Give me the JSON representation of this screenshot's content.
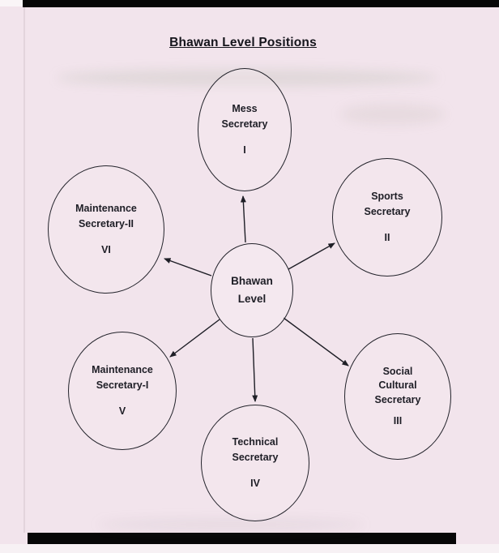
{
  "title": "Bhawan Level Positions",
  "center_node": {
    "lines": [
      "Bhawan",
      "Level"
    ]
  },
  "nodes": [
    {
      "name": "mess-secretary",
      "lines": [
        "Mess",
        "Secretary"
      ],
      "numeral": "I"
    },
    {
      "name": "sports-secretary",
      "lines": [
        "Sports",
        "Secretary"
      ],
      "numeral": "II"
    },
    {
      "name": "social-cultural-secretary",
      "lines": [
        "Social",
        "Cultural",
        "Secretary"
      ],
      "numeral": "III"
    },
    {
      "name": "technical-secretary",
      "lines": [
        "Technical",
        "Secretary"
      ],
      "numeral": "IV"
    },
    {
      "name": "maintenance-secretary-1",
      "lines": [
        "Maintenance",
        "Secretary-I"
      ],
      "numeral": "V"
    },
    {
      "name": "maintenance-secretary-2",
      "lines": [
        "Maintenance",
        "Secretary-II"
      ],
      "numeral": "VI"
    }
  ],
  "colors": {
    "paper": "#f2e4ec",
    "ink": "#1e1e26",
    "scan_bar": "#070707"
  }
}
